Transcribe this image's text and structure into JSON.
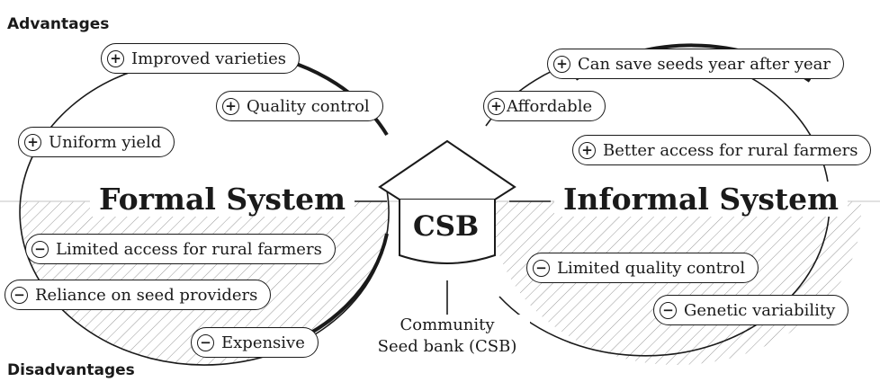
{
  "headings": {
    "advantages": "Advantages",
    "disadvantages": "Disadvantages"
  },
  "formal": {
    "title": "Formal System",
    "advantages": [
      "Improved varieties",
      "Quality control",
      "Uniform yield"
    ],
    "disadvantages": [
      "Limited access for rural farmers",
      "Reliance on seed providers",
      "Expensive"
    ]
  },
  "informal": {
    "title": "Informal System",
    "advantages": [
      "Can save seeds year after year",
      "Affordable",
      "Better access for rural farmers"
    ],
    "disadvantages": [
      "Limited quality control",
      "Genetic variability"
    ]
  },
  "csb": {
    "label": "CSB",
    "caption_line1": "Community",
    "caption_line2": "Seed bank (CSB)"
  },
  "signs": {
    "plus": "+",
    "minus": "−"
  },
  "colors": {
    "ink": "#1a1a1a",
    "hatch": "#9a9a9a"
  }
}
